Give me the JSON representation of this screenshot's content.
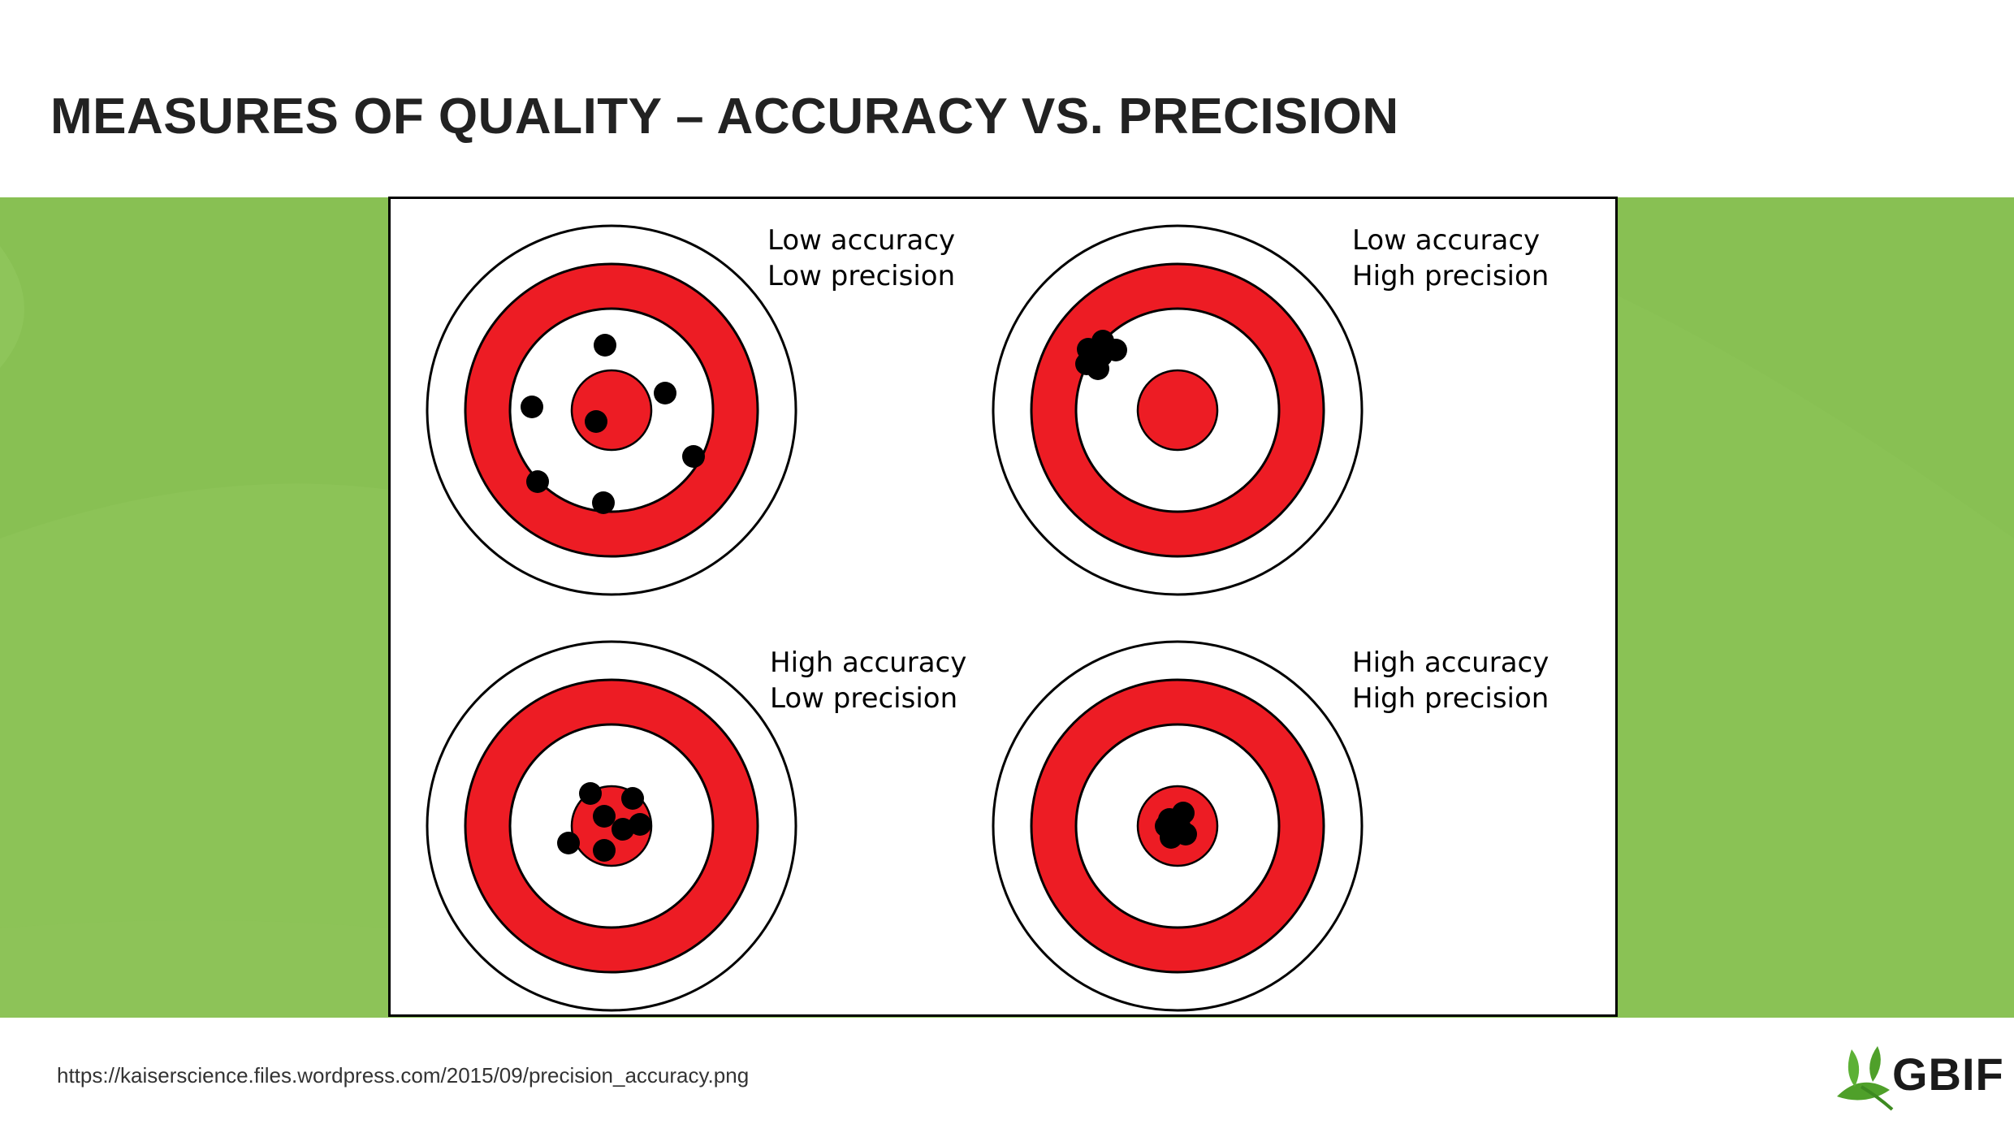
{
  "slide": {
    "title": "MEASURES OF QUALITY – ACCURACY VS. PRECISION",
    "source_url": "https://kaiserscience.files.wordpress.com/2015/09/precision_accuracy.png",
    "logo_text": "GBIF"
  },
  "colors": {
    "band_green": "#88c053",
    "target_red": "#ed1c24",
    "shot_black": "#000000",
    "logo_leaf_green": "#4fa02a"
  },
  "targets": [
    {
      "id": "low-acc-low-prec",
      "label_line1": "Low accuracy",
      "label_line2": "Low precision",
      "shots": [
        [
          -8,
          -80
        ],
        [
          66,
          -21
        ],
        [
          -98,
          -4
        ],
        [
          -19,
          14
        ],
        [
          101,
          57
        ],
        [
          -91,
          88
        ],
        [
          -10,
          114
        ]
      ]
    },
    {
      "id": "low-acc-high-prec",
      "label_line1": "Low accuracy",
      "label_line2": "High precision",
      "shots": [
        [
          -92,
          -85
        ],
        [
          -110,
          -75
        ],
        [
          -76,
          -74
        ],
        [
          -94,
          -67
        ],
        [
          -112,
          -57
        ],
        [
          -98,
          -51
        ]
      ]
    },
    {
      "id": "high-acc-low-prec",
      "label_line1": "High accuracy",
      "label_line2": "Low precision",
      "shots": [
        [
          -26,
          -40
        ],
        [
          26,
          -34
        ],
        [
          -9,
          -12
        ],
        [
          35,
          -2
        ],
        [
          14,
          4
        ],
        [
          -53,
          21
        ],
        [
          -9,
          30
        ]
      ]
    },
    {
      "id": "high-acc-high-prec",
      "label_line1": "High accuracy",
      "label_line2": "High precision",
      "shots": [
        [
          7,
          -16
        ],
        [
          -10,
          -8
        ],
        [
          2,
          0
        ],
        [
          -14,
          0
        ],
        [
          10,
          10
        ],
        [
          -8,
          14
        ]
      ]
    }
  ]
}
